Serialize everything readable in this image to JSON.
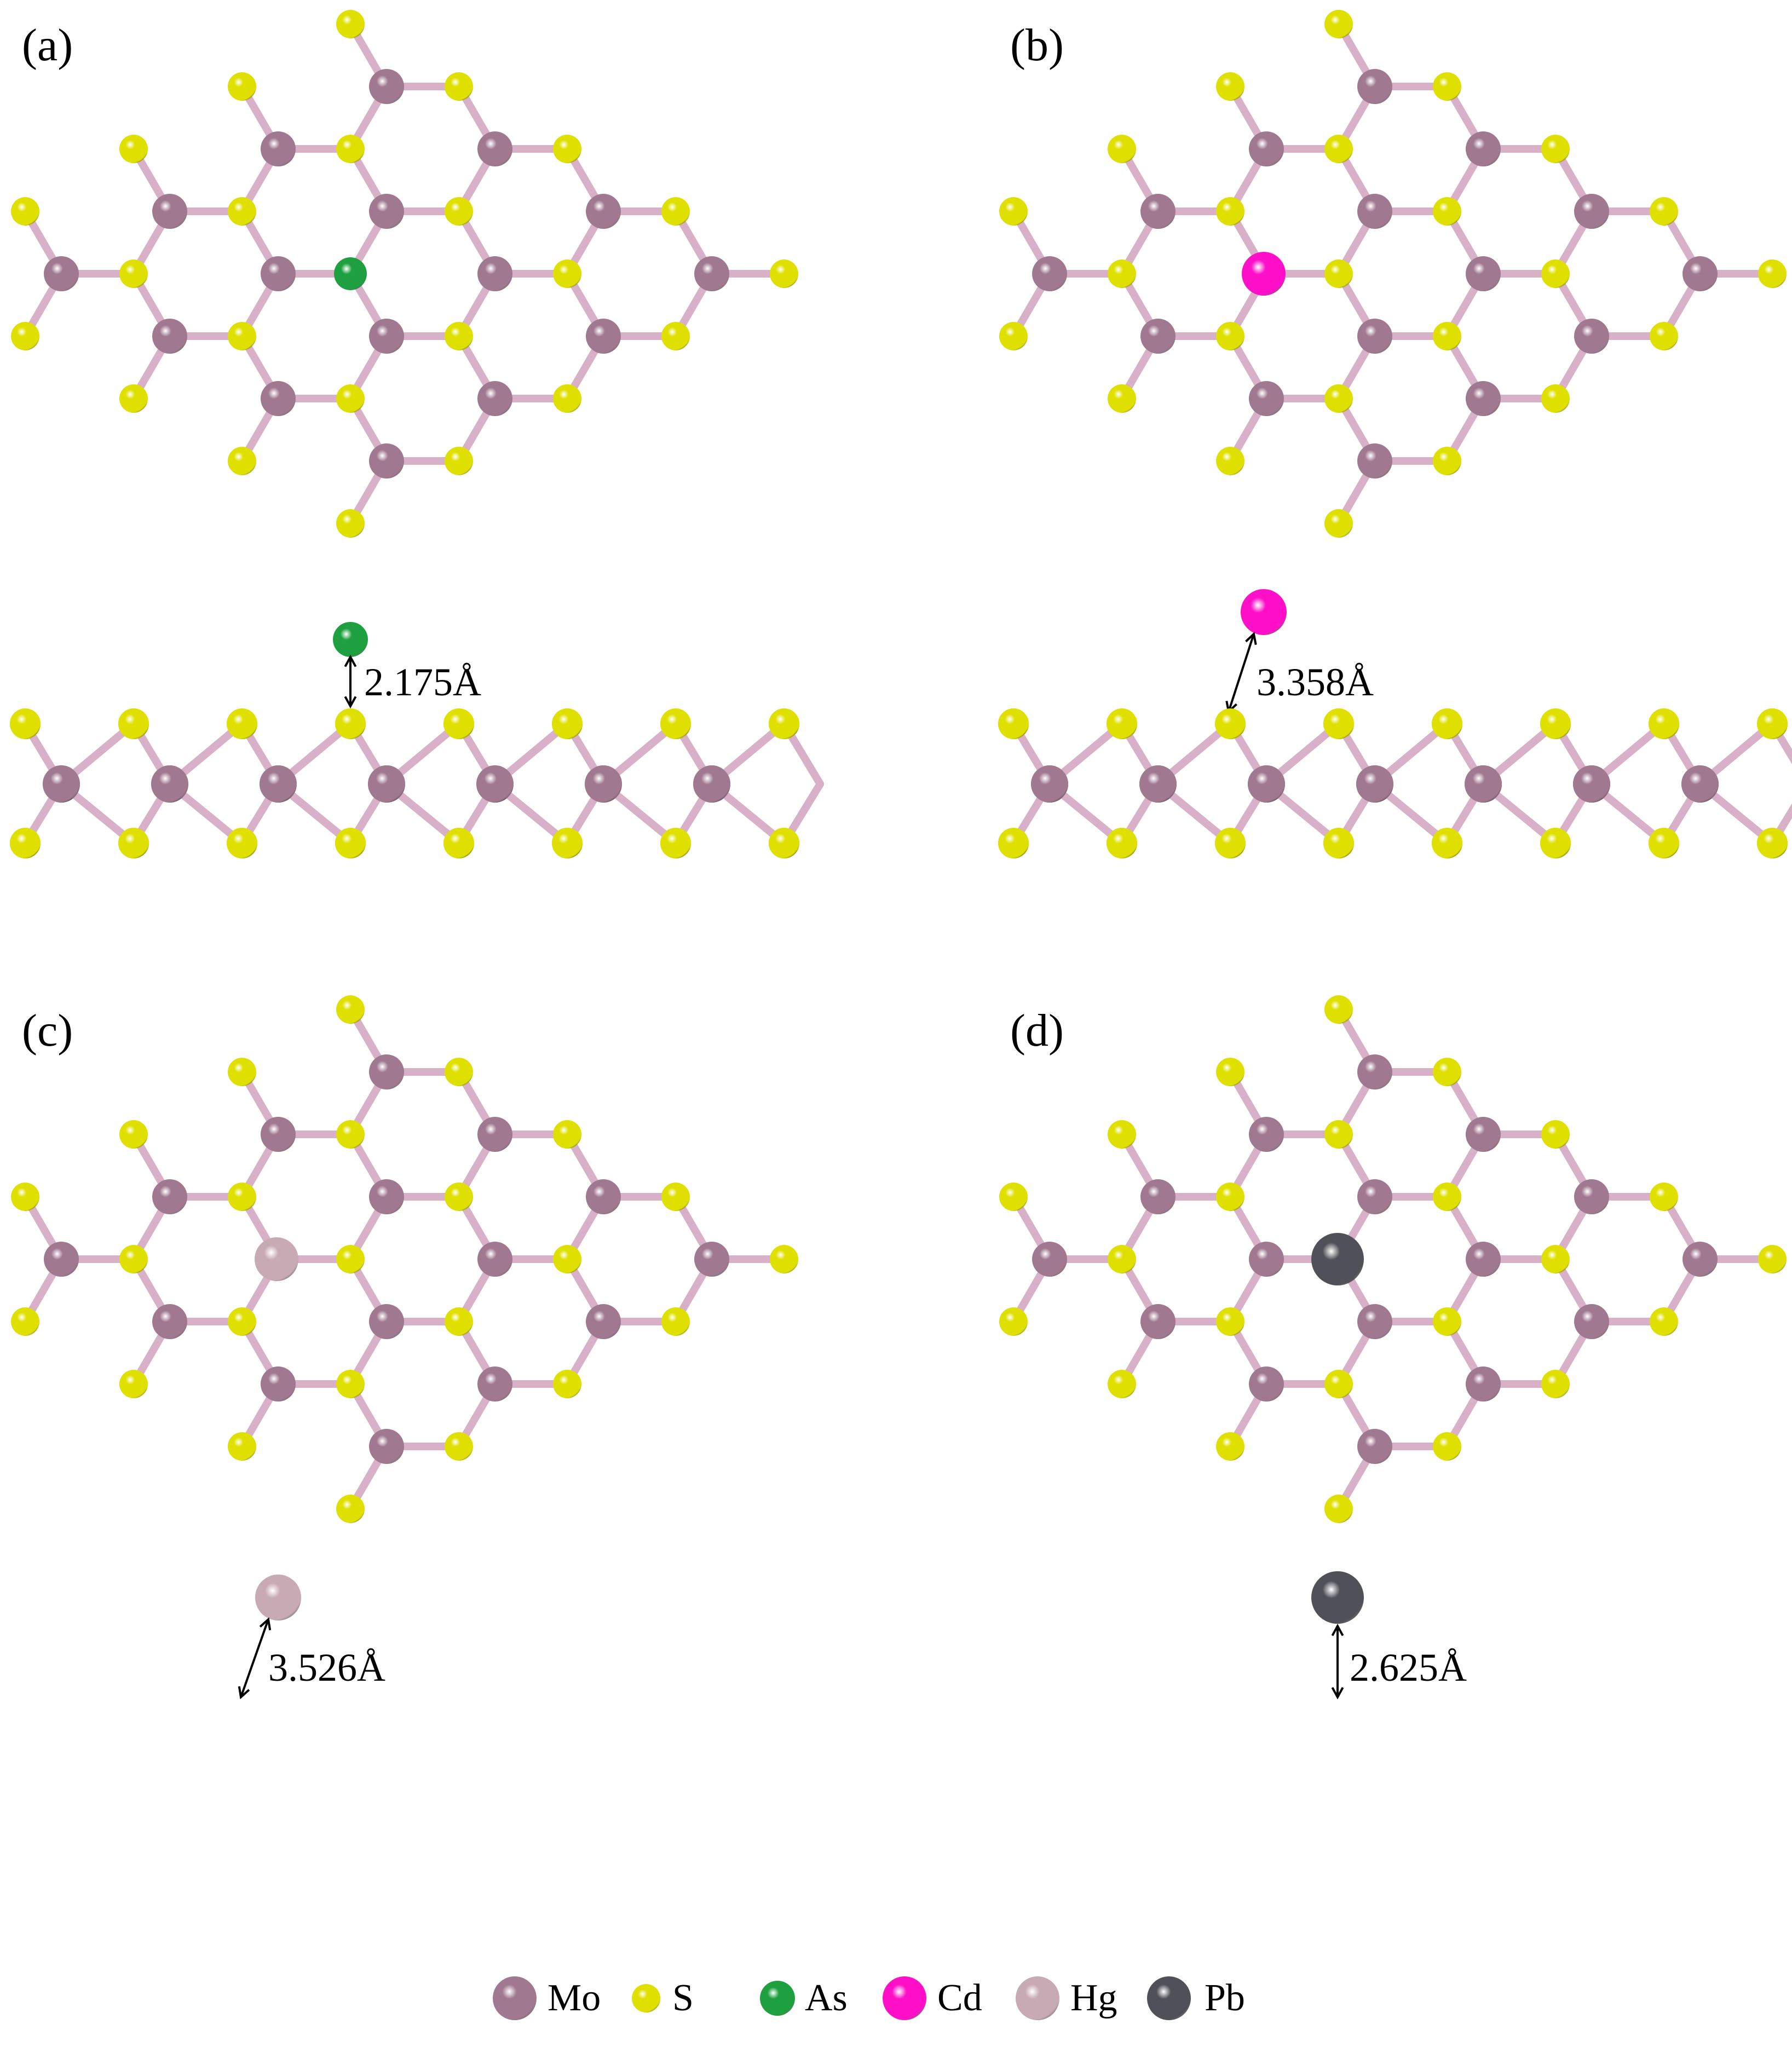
{
  "panels": [
    {
      "label": "(a)",
      "adsorbate": "As",
      "distance": "2.175Å"
    },
    {
      "label": "(b)",
      "adsorbate": "Cd",
      "distance": "3.358Å"
    },
    {
      "label": "(c)",
      "adsorbate": "Hg",
      "distance": "3.526Å"
    },
    {
      "label": "(d)",
      "adsorbate": "Pb",
      "distance": "2.625Å"
    }
  ],
  "legend": [
    {
      "symbol": "Mo",
      "color": "#a07890"
    },
    {
      "symbol": "S",
      "color": "#e0e000"
    },
    {
      "symbol": "As",
      "color": "#1fa040"
    },
    {
      "symbol": "Cd",
      "color": "#ff10c8"
    },
    {
      "symbol": "Hg",
      "color": "#c8aab4"
    },
    {
      "symbol": "Pb",
      "color": "#505058"
    }
  ],
  "colors": {
    "Mo": "#a07890",
    "S": "#e0e000",
    "As": "#1fa040",
    "Cd": "#ff10c8",
    "Hg": "#c8aab4",
    "Pb": "#505058",
    "bond": "#d8b0c8"
  }
}
